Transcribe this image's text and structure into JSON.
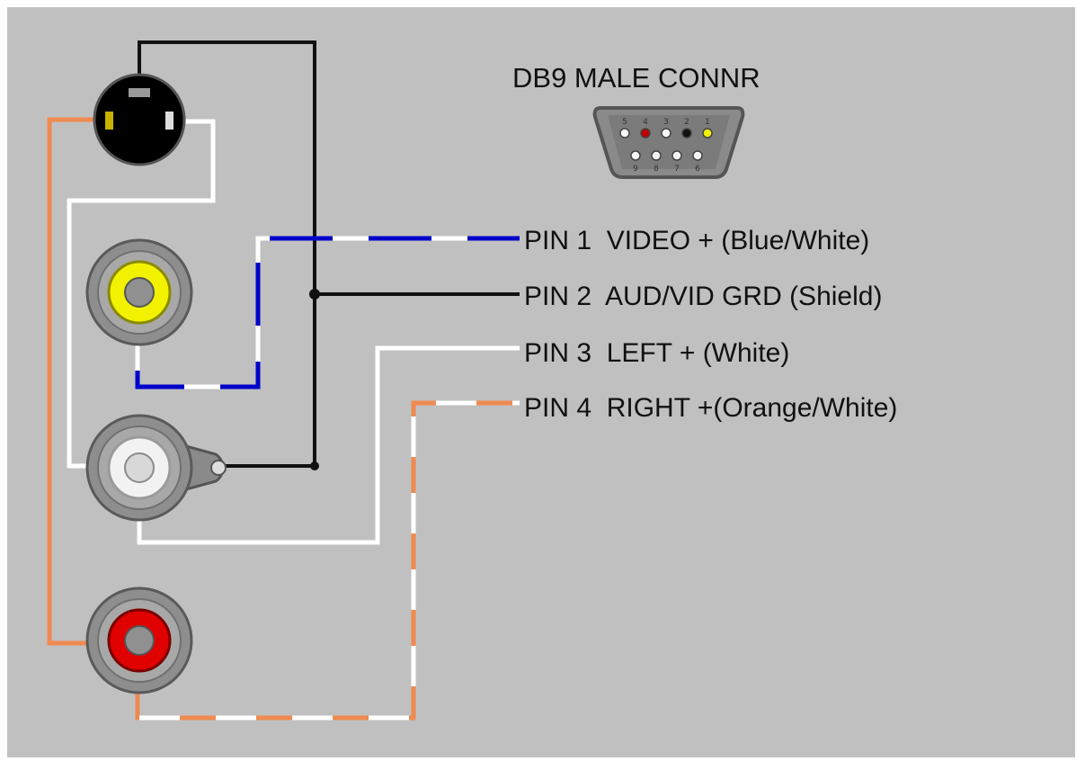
{
  "diagram": {
    "title": "DB9 MALE CONNR",
    "pins": [
      {
        "label": "PIN 1  VIDEO + (Blue/White)"
      },
      {
        "label": "PIN 2  AUD/VID GRD (Shield)"
      },
      {
        "label": "PIN 3  LEFT + (White)"
      },
      {
        "label": "PIN 4  RIGHT +(Orange/White)"
      }
    ],
    "db9_pin_numbers": {
      "top": [
        "5",
        "4",
        "3",
        "2",
        "1"
      ],
      "bottom": [
        "9",
        "8",
        "7",
        "6"
      ]
    }
  },
  "colors": {
    "panel": "#c0c0c0",
    "blue": "#0000cc",
    "white": "#ffffff",
    "orange": "#ef8a50",
    "black": "#111111",
    "rca_yellow": "#f2f200",
    "rca_white": "#f2f2f2",
    "rca_red": "#e00000"
  }
}
